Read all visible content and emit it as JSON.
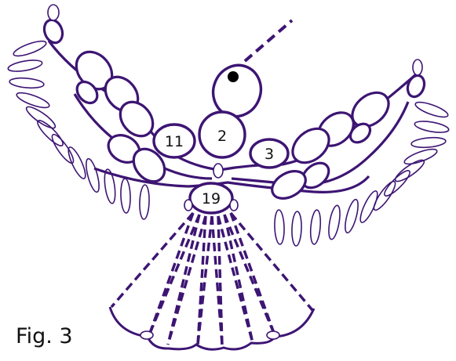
{
  "caption": "Fig. 3",
  "labels": {
    "head_ring": "2",
    "left_ring": "11",
    "right_ring": "3",
    "tail_ring": "19"
  },
  "colors": {
    "thread": "#3d1573",
    "eye": "#000000",
    "background": "#ffffff"
  }
}
